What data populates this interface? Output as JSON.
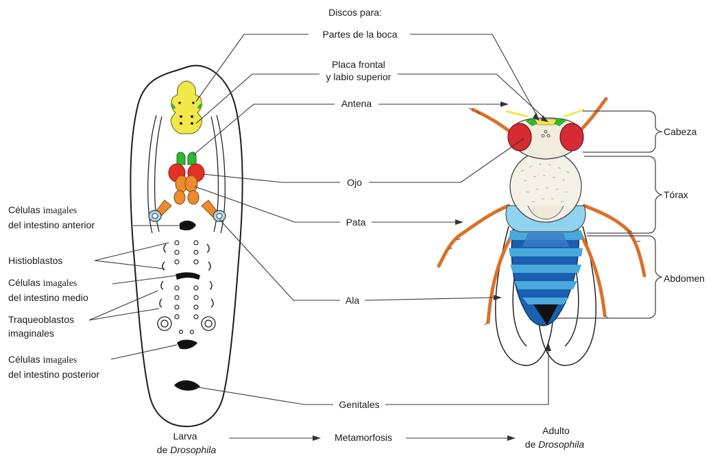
{
  "header": {
    "discs_for": "Discos para:"
  },
  "disc_labels": {
    "mouthparts": "Partes de la boca",
    "frontal_plate_line1": "Placa frontal",
    "frontal_plate_line2": "y labio superior",
    "antenna": "Antena",
    "eye": "Ojo",
    "leg": "Pata",
    "wing": "Ala",
    "genitals": "Genitales"
  },
  "larva_labels": {
    "foregut_cells_word": "Células",
    "foregut_cells_imagales": "imagales",
    "foregut_cells_line2": "del intestino anterior",
    "histoblasts": "Histioblastos",
    "midgut_cells_word": "Células",
    "midgut_cells_imagales": "imagales",
    "midgut_cells_line2": "del intestino medio",
    "tracheoblasts_line1": "Traqueoblastos",
    "tracheoblasts_line2": "imaginales",
    "hindgut_cells_word": "Células",
    "hindgut_cells_imagales": "imagales",
    "hindgut_cells_line2": "del intestino posterior"
  },
  "body_regions": {
    "head": "Cabeza",
    "thorax": "Tórax",
    "abdomen": "Abdomen"
  },
  "footer": {
    "larva_line1": "Larva",
    "larva_line2_prefix": "de ",
    "larva_line2_genus": "Drosophila",
    "metamorphosis": "Metamorfosis",
    "adult_line1": "Adulto",
    "adult_line2_prefix": "de ",
    "adult_line2_genus": "Drosophila"
  },
  "colors": {
    "mouthparts_disc": "#f2e84a",
    "antenna_disc": "#2fb833",
    "eye_disc": "#e03325",
    "leg_disc": "#ee8a2e",
    "wing_disc": "#a8d8ef",
    "fly_abdomen_dark": "#1a5fb0",
    "fly_abdomen_light": "#4aa9dc",
    "fly_legs": "#d9722a",
    "fly_eye": "#d62b33"
  }
}
